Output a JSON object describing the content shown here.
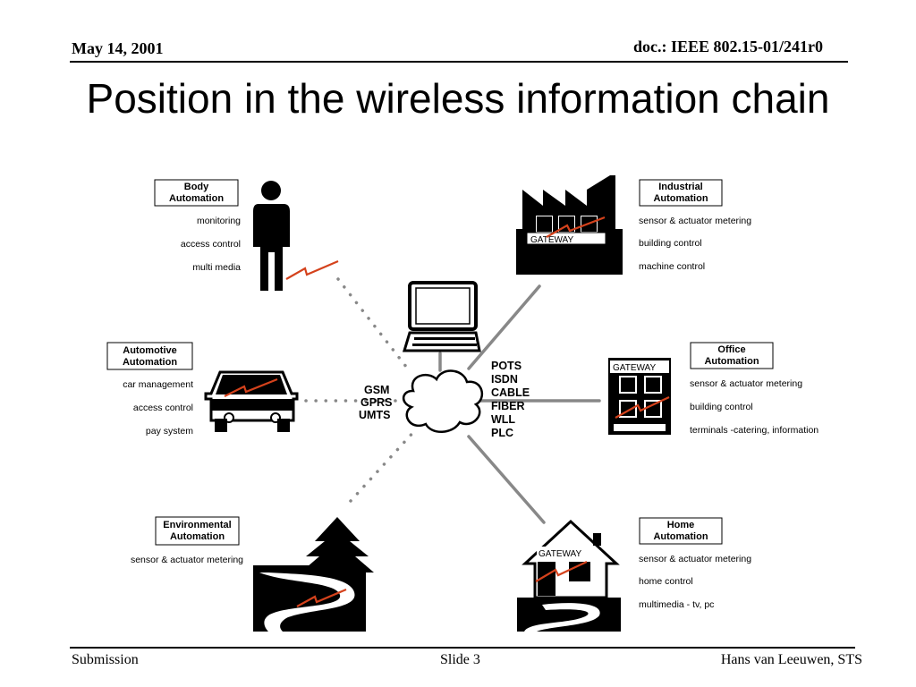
{
  "header": {
    "date": "May 14, 2001",
    "doc": "doc.: IEEE 802.15-01/241r0"
  },
  "title": "Position in the wireless information chain",
  "footer": {
    "left": "Submission",
    "center": "Slide 3",
    "right": "Hans van Leeuwen, STS"
  },
  "gateway_label": "GATEWAY",
  "network": {
    "left": [
      "GSM",
      "GPRS",
      "UMTS"
    ],
    "right": [
      "POTS",
      "ISDN",
      "CABLE",
      "FIBER",
      "WLL",
      "PLC"
    ]
  },
  "domains": {
    "body": {
      "label": [
        "Body",
        "Automation"
      ],
      "items": [
        "monitoring",
        "access control",
        "multi media"
      ]
    },
    "automotive": {
      "label": [
        "Automotive",
        "Automation"
      ],
      "items": [
        "car management",
        "access control",
        "pay system"
      ]
    },
    "environmental": {
      "label": [
        "Environmental",
        "Automation"
      ],
      "items": [
        "sensor & actuator metering"
      ]
    },
    "industrial": {
      "label": [
        "Industrial",
        "Automation"
      ],
      "items": [
        "sensor & actuator metering",
        "building control",
        "machine control"
      ]
    },
    "office": {
      "label": [
        "Office",
        "Automation"
      ],
      "items": [
        "sensor & actuator metering",
        "building control",
        "terminals -catering, information"
      ]
    },
    "home": {
      "label": [
        "Home",
        "Automation"
      ],
      "items": [
        "sensor & actuator metering",
        "home control",
        "multimedia - tv, pc"
      ]
    }
  },
  "colors": {
    "wireless_link": "#d4421c",
    "connector": "#888888",
    "ink": "#000000"
  }
}
